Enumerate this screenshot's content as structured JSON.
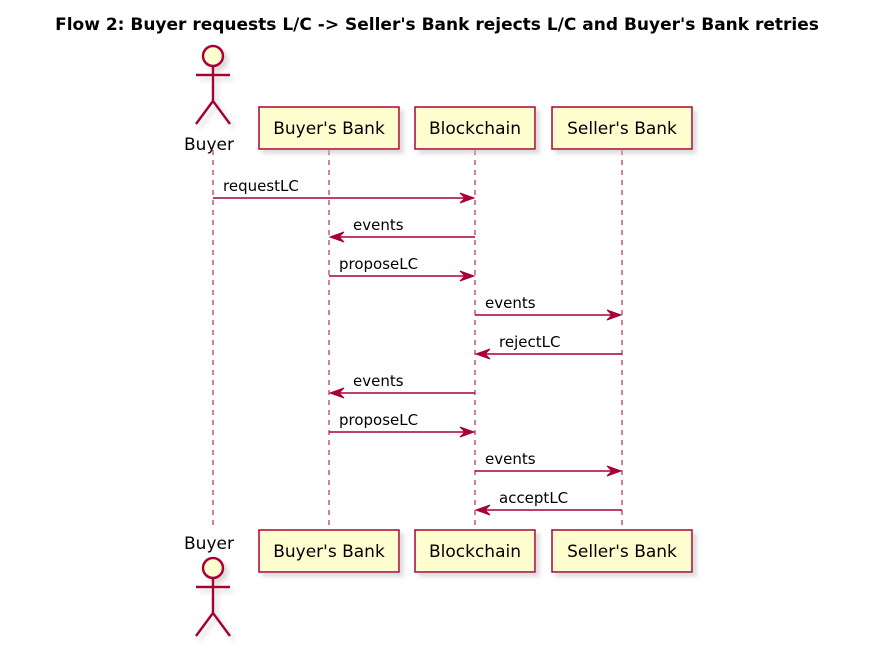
{
  "title": "Flow 2: Buyer requests L/C -> Seller's Bank rejects L/C and Buyer's Bank retries",
  "colors": {
    "box_fill": "#FEFECE",
    "box_stroke": "#A80036",
    "arrow": "#A80036",
    "lifeline": "#A80036",
    "shadow": "#C8C8C8"
  },
  "participants": [
    {
      "id": "buyer",
      "label": "Buyer",
      "kind": "actor"
    },
    {
      "id": "buyers_bank",
      "label": "Buyer's Bank",
      "kind": "participant"
    },
    {
      "id": "blockchain",
      "label": "Blockchain",
      "kind": "participant"
    },
    {
      "id": "sellers_bank",
      "label": "Seller's Bank",
      "kind": "participant"
    }
  ],
  "messages": [
    {
      "from": "buyer",
      "to": "blockchain",
      "label": "requestLC"
    },
    {
      "from": "blockchain",
      "to": "buyers_bank",
      "label": "events"
    },
    {
      "from": "buyers_bank",
      "to": "blockchain",
      "label": "proposeLC"
    },
    {
      "from": "blockchain",
      "to": "sellers_bank",
      "label": "events"
    },
    {
      "from": "sellers_bank",
      "to": "blockchain",
      "label": "rejectLC"
    },
    {
      "from": "blockchain",
      "to": "buyers_bank",
      "label": "events"
    },
    {
      "from": "buyers_bank",
      "to": "blockchain",
      "label": "proposeLC"
    },
    {
      "from": "blockchain",
      "to": "sellers_bank",
      "label": "events"
    },
    {
      "from": "sellers_bank",
      "to": "blockchain",
      "label": "acceptLC"
    }
  ]
}
